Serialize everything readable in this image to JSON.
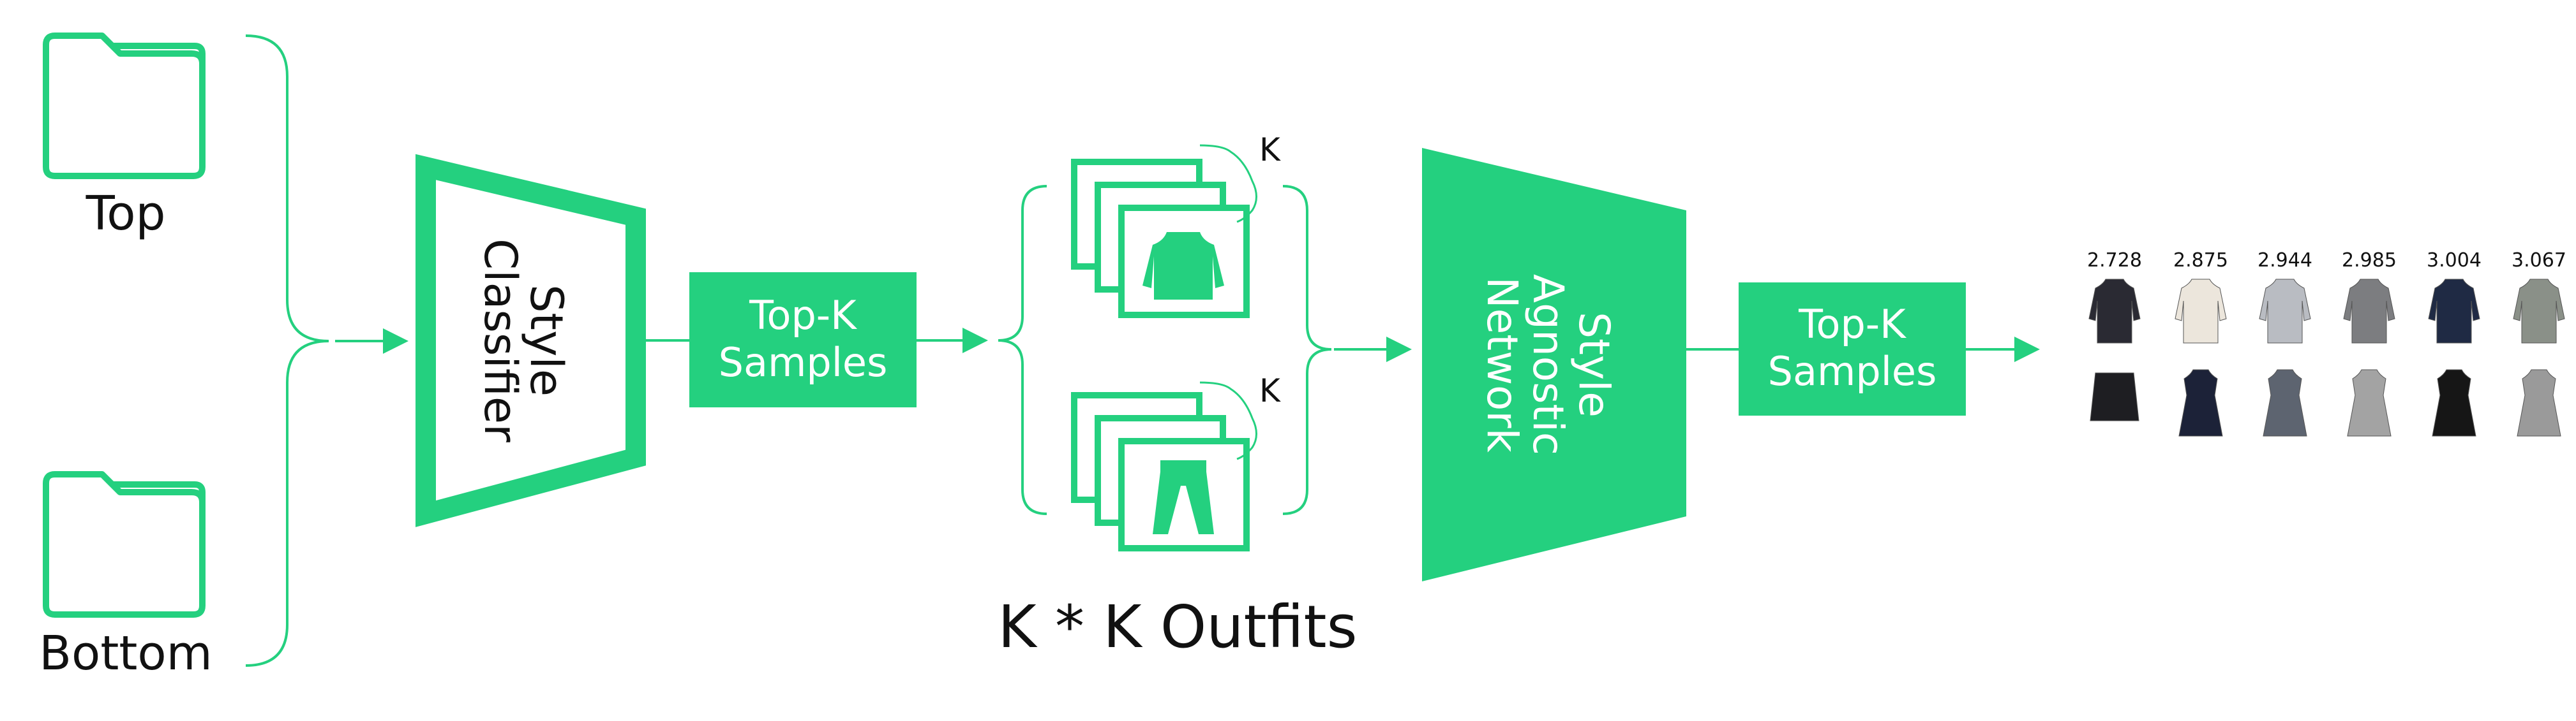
{
  "colors": {
    "accent": "#24d07f",
    "accent_dark": "#1aa864",
    "text": "#111111",
    "white": "#ffffff"
  },
  "inputs": {
    "top_label": "Top",
    "bottom_label": "Bottom",
    "icon": "folder-icon"
  },
  "style_classifier": {
    "label_line1": "Style",
    "label_line2": "Classifier"
  },
  "topk_samples_1": {
    "line1": "Top-K",
    "line2": "Samples"
  },
  "outfits": {
    "k_label_top": "K",
    "k_label_bottom": "K",
    "caption": "K * K Outfits",
    "top_icon": "shirt-icon",
    "bottom_icon": "pants-icon"
  },
  "style_agnostic_network": {
    "label_line1": "Style",
    "label_line2": "Agnostic",
    "label_line3": "Network"
  },
  "topk_samples_2": {
    "line1": "Top-K",
    "line2": "Samples"
  },
  "results": {
    "scores": [
      "2.728",
      "2.875",
      "2.944",
      "2.985",
      "3.004",
      "3.067"
    ],
    "top_items": [
      {
        "icon": "dark-jacket-icon",
        "color": "#2a2a33"
      },
      {
        "icon": "white-blouse-icon",
        "color": "#ece6dc"
      },
      {
        "icon": "plaid-shirt-icon",
        "color": "#b9bcc2"
      },
      {
        "icon": "grey-blouse-icon",
        "color": "#7c7d80"
      },
      {
        "icon": "navy-sweater-icon",
        "color": "#1f2a44"
      },
      {
        "icon": "grey-sweater-icon",
        "color": "#8a9088"
      }
    ],
    "bottom_items": [
      {
        "icon": "plaid-skirt-icon",
        "color": "#1e1e22"
      },
      {
        "icon": "navy-dress-icon",
        "color": "#1c2238"
      },
      {
        "icon": "grey-dress-icon",
        "color": "#5d6470"
      },
      {
        "icon": "plaid-dress-icon",
        "color": "#a3a3a3"
      },
      {
        "icon": "black-dress-icon",
        "color": "#161616"
      },
      {
        "icon": "light-dress-icon",
        "color": "#9a9a9a"
      }
    ]
  }
}
